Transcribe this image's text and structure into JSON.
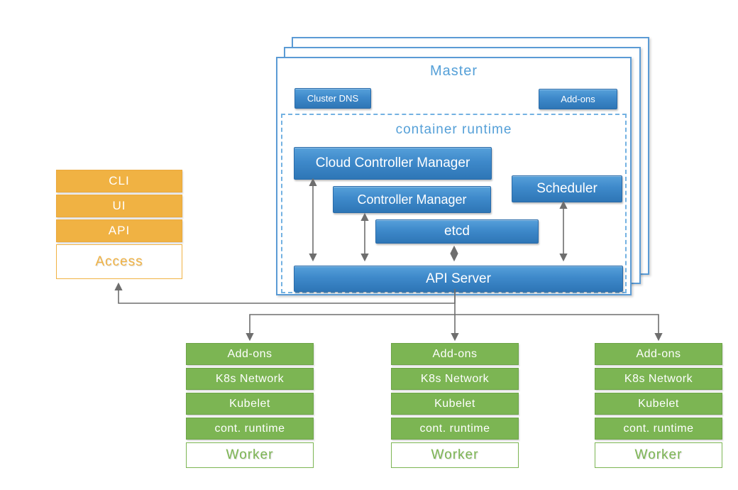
{
  "access_stack": {
    "items": [
      "CLI",
      "UI",
      "API"
    ],
    "label": "Access"
  },
  "master": {
    "title": "Master",
    "buttons": {
      "cluster_dns": "Cluster DNS",
      "addons": "Add-ons"
    },
    "runtime": {
      "title": "container runtime",
      "components": {
        "cloud_controller_manager": "Cloud Controller Manager",
        "controller_manager": "Controller Manager",
        "scheduler": "Scheduler",
        "etcd": "etcd",
        "api_server": "API Server"
      }
    }
  },
  "workers": [
    {
      "rows": [
        "Add-ons",
        "K8s Network",
        "Kubelet",
        "cont. runtime"
      ],
      "label": "Worker"
    },
    {
      "rows": [
        "Add-ons",
        "K8s Network",
        "Kubelet",
        "cont. runtime"
      ],
      "label": "Worker"
    },
    {
      "rows": [
        "Add-ons",
        "K8s Network",
        "Kubelet",
        "cont. runtime"
      ],
      "label": "Worker"
    }
  ],
  "colors": {
    "blue_top": "#56a0da",
    "blue_bottom": "#2e76b6",
    "blue_border": "#2a6ba9",
    "master_border": "#5b9bd5",
    "dashed_border": "#74b2e2",
    "heading_blue": "#55a0d8",
    "orange": "#f0b243",
    "orange_border": "#eaa93c",
    "green": "#7cb553",
    "green_border": "#6da348",
    "line_gray": "#6e6e6e"
  }
}
